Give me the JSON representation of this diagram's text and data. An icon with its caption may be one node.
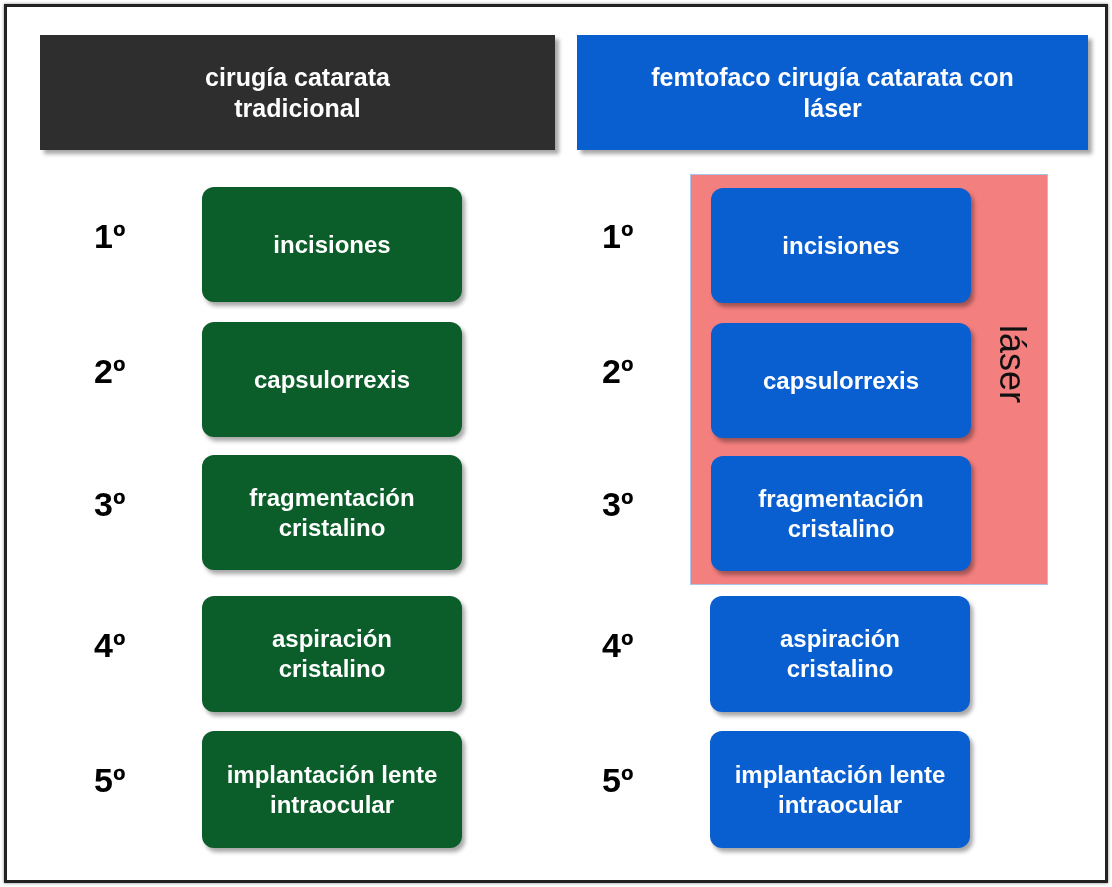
{
  "diagram": {
    "nodes": [
      {
        "text": [
          "cirugía catarata tradicional"
        ]
      },
      {
        "text": [
          "femtofaco cirugía catarata con láser"
        ]
      },
      {
        "text": [
          "incisiones"
        ],
        "beside": [
          "1º"
        ]
      },
      {
        "text": [
          "capsulorrexis"
        ],
        "beside": [
          "2º"
        ]
      },
      {
        "text": [
          "fragmentación cristalino"
        ],
        "beside": [
          "3º"
        ]
      },
      {
        "text": [
          "aspiración cristalino"
        ],
        "beside": [
          "4º"
        ]
      },
      {
        "text": [
          "implantación lente intraocular"
        ],
        "beside": [
          "5º"
        ]
      },
      {
        "text": [
          "láser"
        ]
      },
      {
        "text": [
          "incisiones"
        ],
        "in": 7,
        "beside": [
          "1º"
        ]
      },
      {
        "text": [
          "capsulorrexis"
        ],
        "in": 7,
        "beside": [
          "2º"
        ]
      },
      {
        "text": [
          "fragmentación cristalino"
        ],
        "in": 7,
        "beside": [
          "3º"
        ]
      },
      {
        "text": [
          "aspiración cristalino"
        ],
        "beside": [
          "4º"
        ]
      },
      {
        "text": [
          "implantación lente intraocular"
        ],
        "beside": [
          "5º"
        ]
      }
    ]
  }
}
